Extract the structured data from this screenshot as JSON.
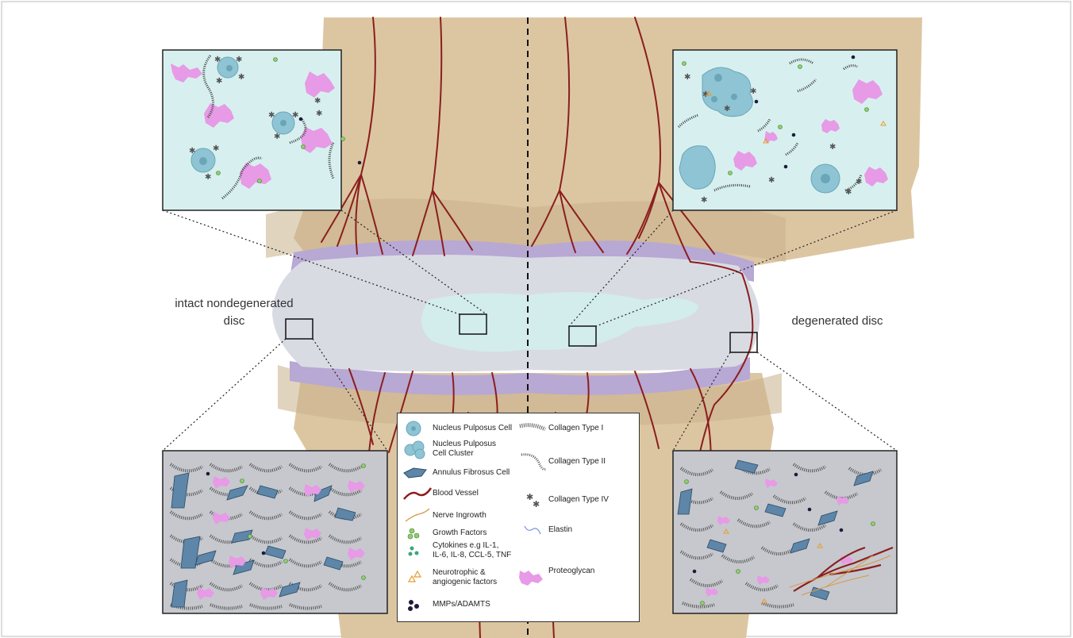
{
  "labels": {
    "left": "intact nondegenerated\ndisc",
    "right": "degenerated disc"
  },
  "legend": {
    "left_column": [
      {
        "label": "Nucleus Pulposus Cell",
        "icon": "np-cell-icon"
      },
      {
        "label": "Nucleus Pulposus\nCell Cluster",
        "icon": "np-cluster-icon"
      },
      {
        "label": "Annulus Fibrosus Cell",
        "icon": "af-cell-icon"
      },
      {
        "label": "Blood Vessel",
        "icon": "blood-vessel-icon"
      },
      {
        "label": "Nerve Ingrowth",
        "icon": "nerve-icon"
      },
      {
        "label": "Growth Factors",
        "icon": "growth-factor-icon"
      },
      {
        "label": "Cytokines e.g IL-1,\nIL-6, IL-8, CCL-5, TNF",
        "icon": "cytokine-icon"
      },
      {
        "label": "Neurotrophic &\nangiogenic factors",
        "icon": "neurotrophic-icon"
      },
      {
        "label": "MMPs/ADAMTS",
        "icon": "mmp-icon"
      }
    ],
    "right_column": [
      {
        "label": "Collagen Type I",
        "icon": "collagen-1-icon"
      },
      {
        "label": "Collagen Type II",
        "icon": "collagen-2-icon"
      },
      {
        "label": "Collagen Type IV",
        "icon": "collagen-4-icon"
      },
      {
        "label": "Elastin",
        "icon": "elastin-icon"
      },
      {
        "label": "Proteoglycan",
        "icon": "proteoglycan-icon"
      }
    ]
  },
  "colors": {
    "bone": "#dcc6a2",
    "bone_dark": "#c9b08a",
    "endplate": "#b8a8d4",
    "annulus": "#d9dbe3",
    "nucleus": "#d3ecec",
    "vessel": "#8b1e1e",
    "matrix_light": "#d7f0ef",
    "matrix_grey": "#c6c8cd",
    "np_cell": "#8fc4d4",
    "af_cell": "#5d86a8",
    "proteoglycan": "#e79ae6",
    "growth_factor": "#8fd06a",
    "cytokine": "#3aa67a",
    "mmp": "#1c1c3a",
    "neurotrophic": "#e79b2c",
    "nerve": "#d69a46"
  }
}
